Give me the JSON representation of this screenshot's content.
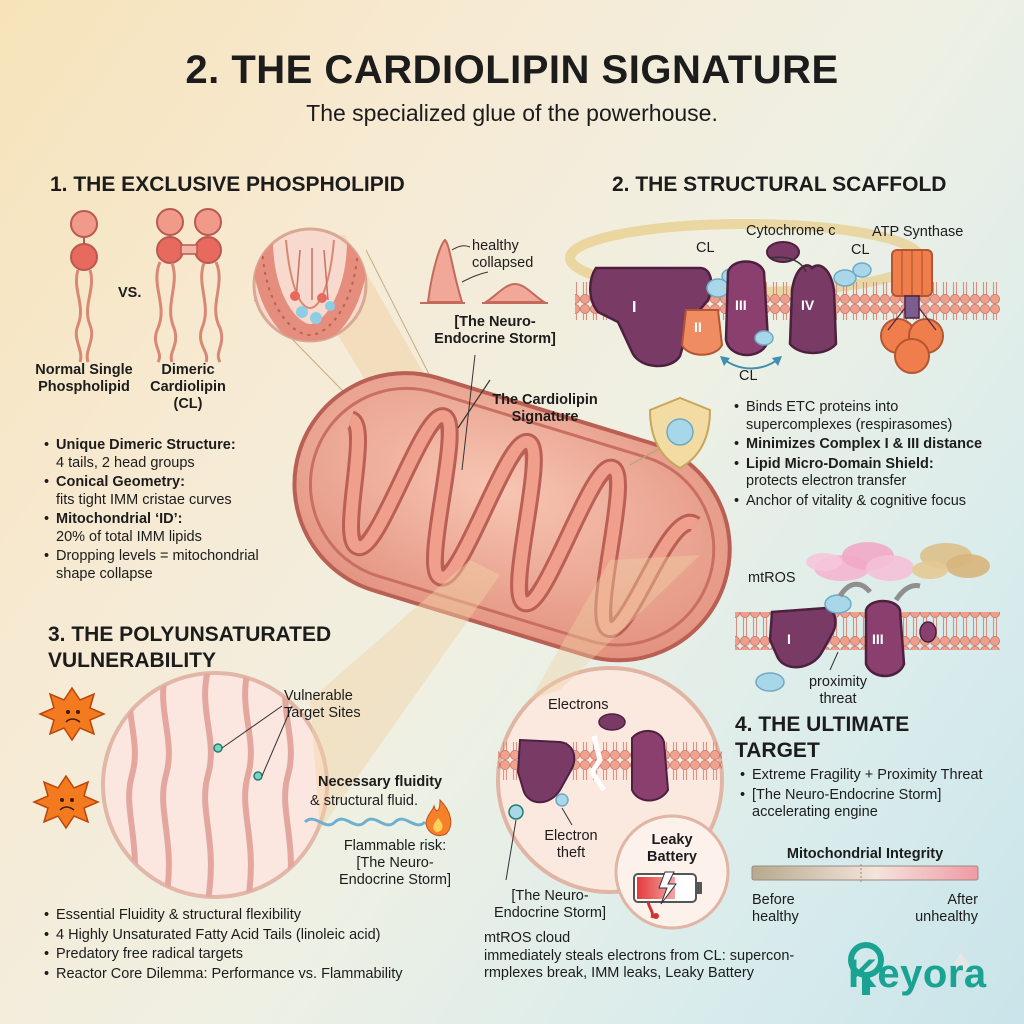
{
  "title": "2. THE CARDIOLIPIN SIGNATURE",
  "subtitle": "The specialized glue of the powerhouse.",
  "center_label": "The Cardiolipin Signature",
  "section1": {
    "heading": "1. THE EXCLUSIVE PHOSPHOLIPID",
    "vs": "VS.",
    "normal_label": "Normal Single Phospholipid",
    "dimeric_label": "Dimeric Cardiolipin (CL)",
    "healthy": "healthy",
    "collapsed": "collapsed",
    "storm": "[The Neuro-Endocrine Storm]",
    "bullets": [
      {
        "bold": "Unique Dimeric Structure:",
        "text": "4 tails, 2 head groups"
      },
      {
        "bold": "Conical Geometry:",
        "text": "fits tight IMM cristae curves"
      },
      {
        "bold": "Mitochondrial ‘ID’:",
        "text": "20% of total IMM lipids"
      },
      {
        "bold": "",
        "text": "Dropping levels = mitochondrial shape collapse"
      }
    ]
  },
  "section2": {
    "heading": "2. THE STRUCTURAL SCAFFOLD",
    "cl_left": "CL",
    "cl_right": "CL",
    "cl_bottom": "CL",
    "cytochrome": "Cytochrome c",
    "atp": "ATP Synthase",
    "complexes": [
      "I",
      "II",
      "III",
      "IV"
    ],
    "bullets": [
      {
        "bold": "",
        "text": "Binds ETC proteins into supercomplexes (respirasomes)"
      },
      {
        "bold": "Minimizes Complex I & III distance",
        "text": ""
      },
      {
        "bold": "Lipid Micro-Domain Shield:",
        "text": "protects electron transfer"
      },
      {
        "bold": "",
        "text": "Anchor of vitality & cognitive focus"
      }
    ]
  },
  "section3": {
    "heading": "3. THE POLYUNSATURATED VULNERABILITY",
    "vulnerable": "Vulnerable Target Sites",
    "fluidity_bold": "Necessary fluidity",
    "fluidity_text": "& structural fluid.",
    "flammable": "Flammable risk: [The Neuro-Endocrine Storm]",
    "bullets": [
      "Essential Fluidity & structural flexibility",
      "4 Highly Unsaturated Fatty Acid Tails (linoleic acid)",
      "Predatory free radical targets",
      "Reactor Core Dilemma: Performance vs. Flammability"
    ]
  },
  "section4": {
    "heading": "4. THE ULTIMATE TARGET",
    "mtros": "mtROS",
    "proximity": "proximity threat",
    "complex_i": "I",
    "complex_iii": "III",
    "electrons": "Electrons",
    "electron_theft": "Electron theft",
    "leaky": "Leaky Battery",
    "storm": "[The Neuro-Endocrine Storm]",
    "mtros_cloud": "mtROS cloud",
    "description": "immediately steals electrons from CL: supercon-rmplexes break, IMM leaks, Leaky Battery",
    "bullets": [
      "Extreme Fragility + Proximity Threat",
      "[The Neuro-Endocrine Storm] accelerating engine"
    ],
    "integrity_title": "Mitochondrial Integrity",
    "before": "Before healthy",
    "after": "After unhealthy"
  },
  "logo": "Keyora",
  "colors": {
    "membrane": "#e9a08c",
    "protein": "#7a3a66",
    "complex_ii": "#ef8c62",
    "atp_synthase": "#ef7e4c",
    "cl_blue": "#a9d7ea",
    "brand": "#1aa393"
  }
}
